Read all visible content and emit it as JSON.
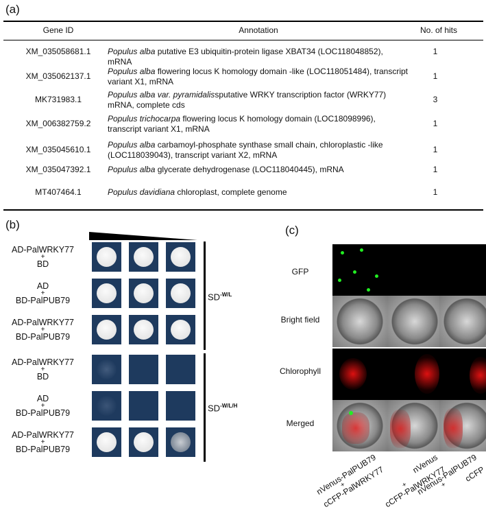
{
  "panel_a": {
    "label": "(a)",
    "headers": {
      "gene_id": "Gene ID",
      "annotation": "Annotation",
      "hits": "No. of hits"
    },
    "rows": [
      {
        "gene_id": "XM_035058681.1",
        "species": "Populus alba",
        "text": " putative E3 ubiquitin-protein ligase XBAT34 (LOC118048852), mRNA",
        "hits": "1"
      },
      {
        "gene_id": "XM_035062137.1",
        "species": "Populus alba",
        "text": " flowering locus K homology domain -like (LOC118051484), transcript variant X1, mRNA",
        "hits": "1"
      },
      {
        "gene_id": "MK731983.1",
        "species": "Populus alba var. pyramidalis",
        "text": "sputative WRKY transcription factor (WRKY77) mRNA, complete cds",
        "hits": "3"
      },
      {
        "gene_id": "XM_006382759.2",
        "species": "Populus trichocarpa",
        "text": " flowering locus K homology domain (LOC18098996), transcript variant X1, mRNA",
        "hits": "1"
      },
      {
        "gene_id": "XM_035045610.1",
        "species": "Populus alba",
        "text": "  carbamoyl-phosphate synthase small chain, chloroplastic -like (LOC118039043), transcript variant X2, mRNA",
        "hits": "1"
      },
      {
        "gene_id": "XM_035047392.1",
        "species": "Populus alba",
        "text": " glycerate dehydrogenase (LOC118040445), mRNA",
        "hits": "1"
      },
      {
        "gene_id": "MT407464.1",
        "species": "Populus davidiana",
        "text": " chloroplast, complete genome",
        "hits": "1"
      }
    ]
  },
  "panel_b": {
    "label": "(b)",
    "rows": [
      {
        "top": "AD-PalWRKY77",
        "plus": "+",
        "bottom": "BD",
        "growth": [
          1.0,
          1.0,
          0.9
        ]
      },
      {
        "top": "AD",
        "plus": "+",
        "bottom": "BD-PalPUB79",
        "growth": [
          1.0,
          1.0,
          0.9
        ]
      },
      {
        "top": "AD-PalWRKY77",
        "plus": "+",
        "bottom": "BD-PalPUB79",
        "growth": [
          1.0,
          1.0,
          0.9
        ]
      },
      {
        "top": "AD-PalWRKY77",
        "plus": "+",
        "bottom": "BD",
        "growth": [
          0.1,
          0.0,
          0.0
        ]
      },
      {
        "top": "AD",
        "plus": "+",
        "bottom": "BD-PalPUB79",
        "growth": [
          0.08,
          0.0,
          0.0
        ]
      },
      {
        "top": "AD-PalWRKY77",
        "plus": "+",
        "bottom": "BD-PalPUB79",
        "growth": [
          1.0,
          0.85,
          0.5
        ]
      }
    ],
    "media": [
      {
        "base": "SD",
        "sup": "-W/L"
      },
      {
        "base": "SD",
        "sup": "-W/L/H"
      }
    ]
  },
  "panel_c": {
    "label": "(c)",
    "row_labels": [
      "GFP",
      "Bright field",
      "Chlorophyll",
      "Merged"
    ],
    "columns": [
      {
        "line1": "nVenus-PalPUB79",
        "plus": "+",
        "line2": "cCFP-PalWRKY77"
      },
      {
        "line1": "nVenus",
        "plus": "+",
        "line2": "cCFP-PalWRKY77"
      },
      {
        "line1": "nVenus-PalPUB79",
        "plus": "+",
        "line2": "cCFP"
      }
    ]
  },
  "colors": {
    "plate_bg": "#1e3a5e",
    "colony": "#e6e6e6",
    "gfp": "#22ee22",
    "chlorophyll": "#dd1111"
  }
}
